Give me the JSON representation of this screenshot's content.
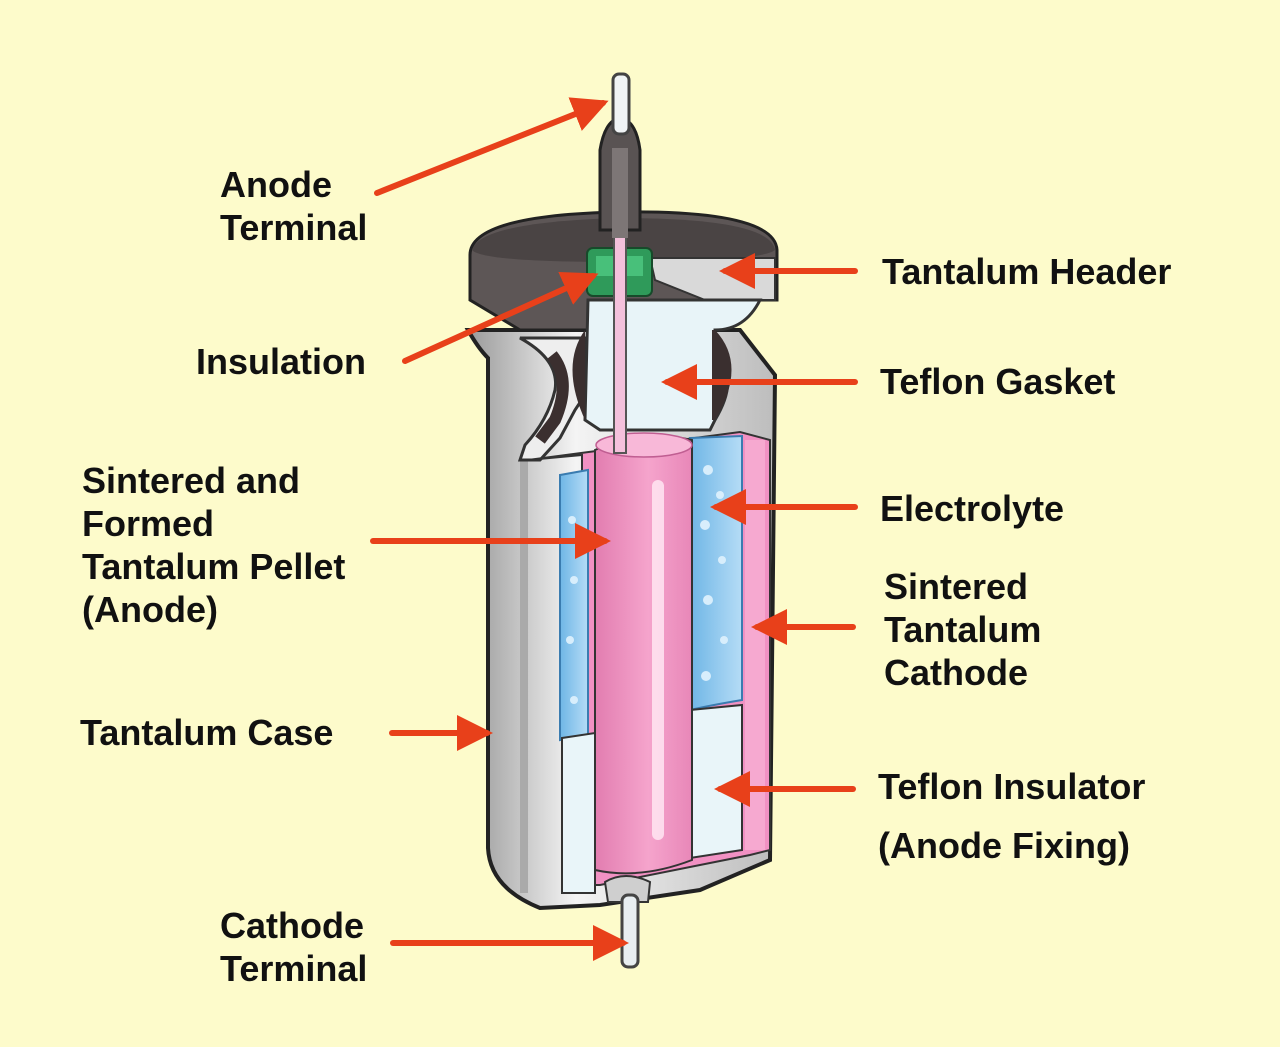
{
  "labels": {
    "anode_terminal": [
      "Anode",
      "Terminal"
    ],
    "insulation": "Insulation",
    "sintered_pellet": [
      "Sintered and",
      "Formed",
      "Tantalum Pellet",
      "(Anode)"
    ],
    "tantalum_case": "Tantalum Case",
    "cathode_terminal": [
      "Cathode",
      "Terminal"
    ],
    "tantalum_header": "Tantalum Header",
    "teflon_gasket": "Teflon Gasket",
    "electrolyte": "Electrolyte",
    "sintered_cathode": [
      "Sintered",
      "Tantalum",
      "Cathode"
    ],
    "teflon_insulator": [
      "Teflon Insulator",
      "(Anode Fixing)"
    ]
  },
  "colors": {
    "background": "#fdfbcb",
    "arrow": "#e8401a",
    "pellet": "#f08fbf",
    "electrolyte": "#8ec8ee",
    "case": "#dcdcdc",
    "header": "#5d5656"
  }
}
